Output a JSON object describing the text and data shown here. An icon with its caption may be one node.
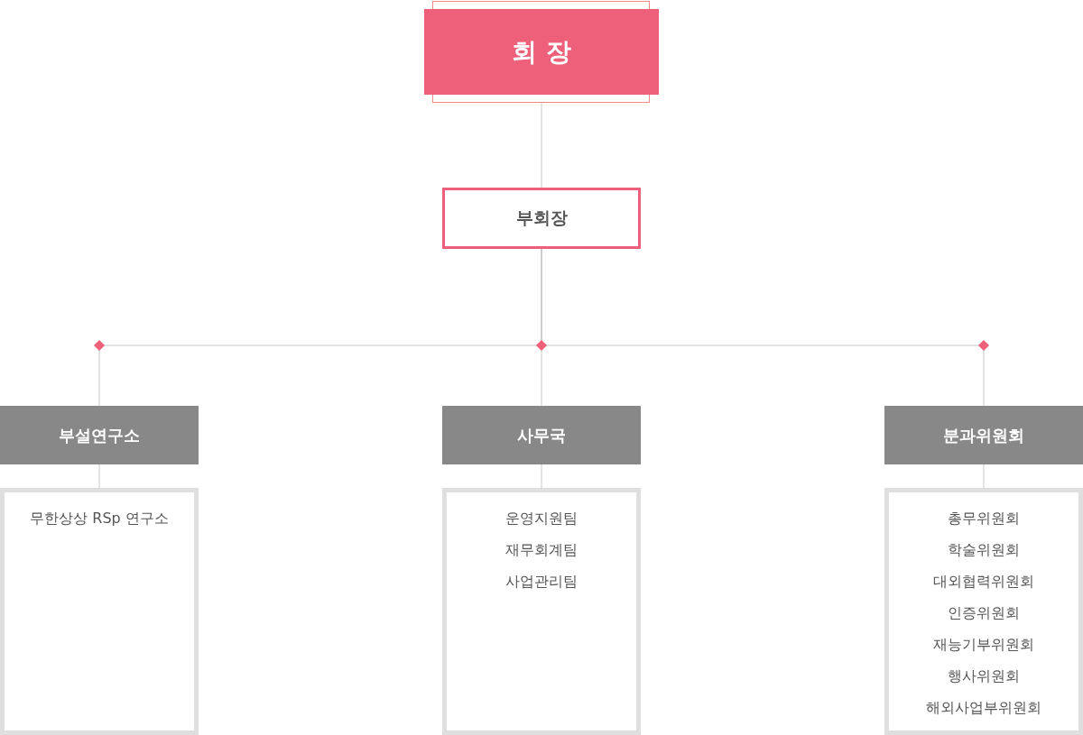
{
  "diagram": {
    "nodes": [
      {
        "text": [
          "회 장"
        ]
      },
      {
        "text": [
          "부회장"
        ]
      },
      {
        "text": [
          "부설연구소"
        ]
      },
      {
        "text": [
          "사무국"
        ]
      },
      {
        "text": [
          "분과위원회"
        ]
      },
      {
        "text": [
          "무한상상 RSp 연구소"
        ]
      },
      {
        "text": [
          "운영지원팀",
          "재무회계팀",
          "사업관리팀"
        ]
      },
      {
        "text": [
          "총무위원회",
          "학술위원회",
          "대외협력위원회",
          "인증위원회",
          "재능기부위원회",
          "행사위원회",
          "해외사업부위원회"
        ]
      }
    ],
    "edges": [
      {
        "from": 0,
        "to": 1,
        "arrow": "none"
      },
      {
        "from": 1,
        "to": 2,
        "arrow": "none"
      },
      {
        "from": 1,
        "to": 3,
        "arrow": "none"
      },
      {
        "from": 1,
        "to": 4,
        "arrow": "none"
      },
      {
        "from": 2,
        "to": 5,
        "arrow": "none"
      },
      {
        "from": 3,
        "to": 6,
        "arrow": "none"
      },
      {
        "from": 4,
        "to": 7,
        "arrow": "none"
      }
    ]
  }
}
